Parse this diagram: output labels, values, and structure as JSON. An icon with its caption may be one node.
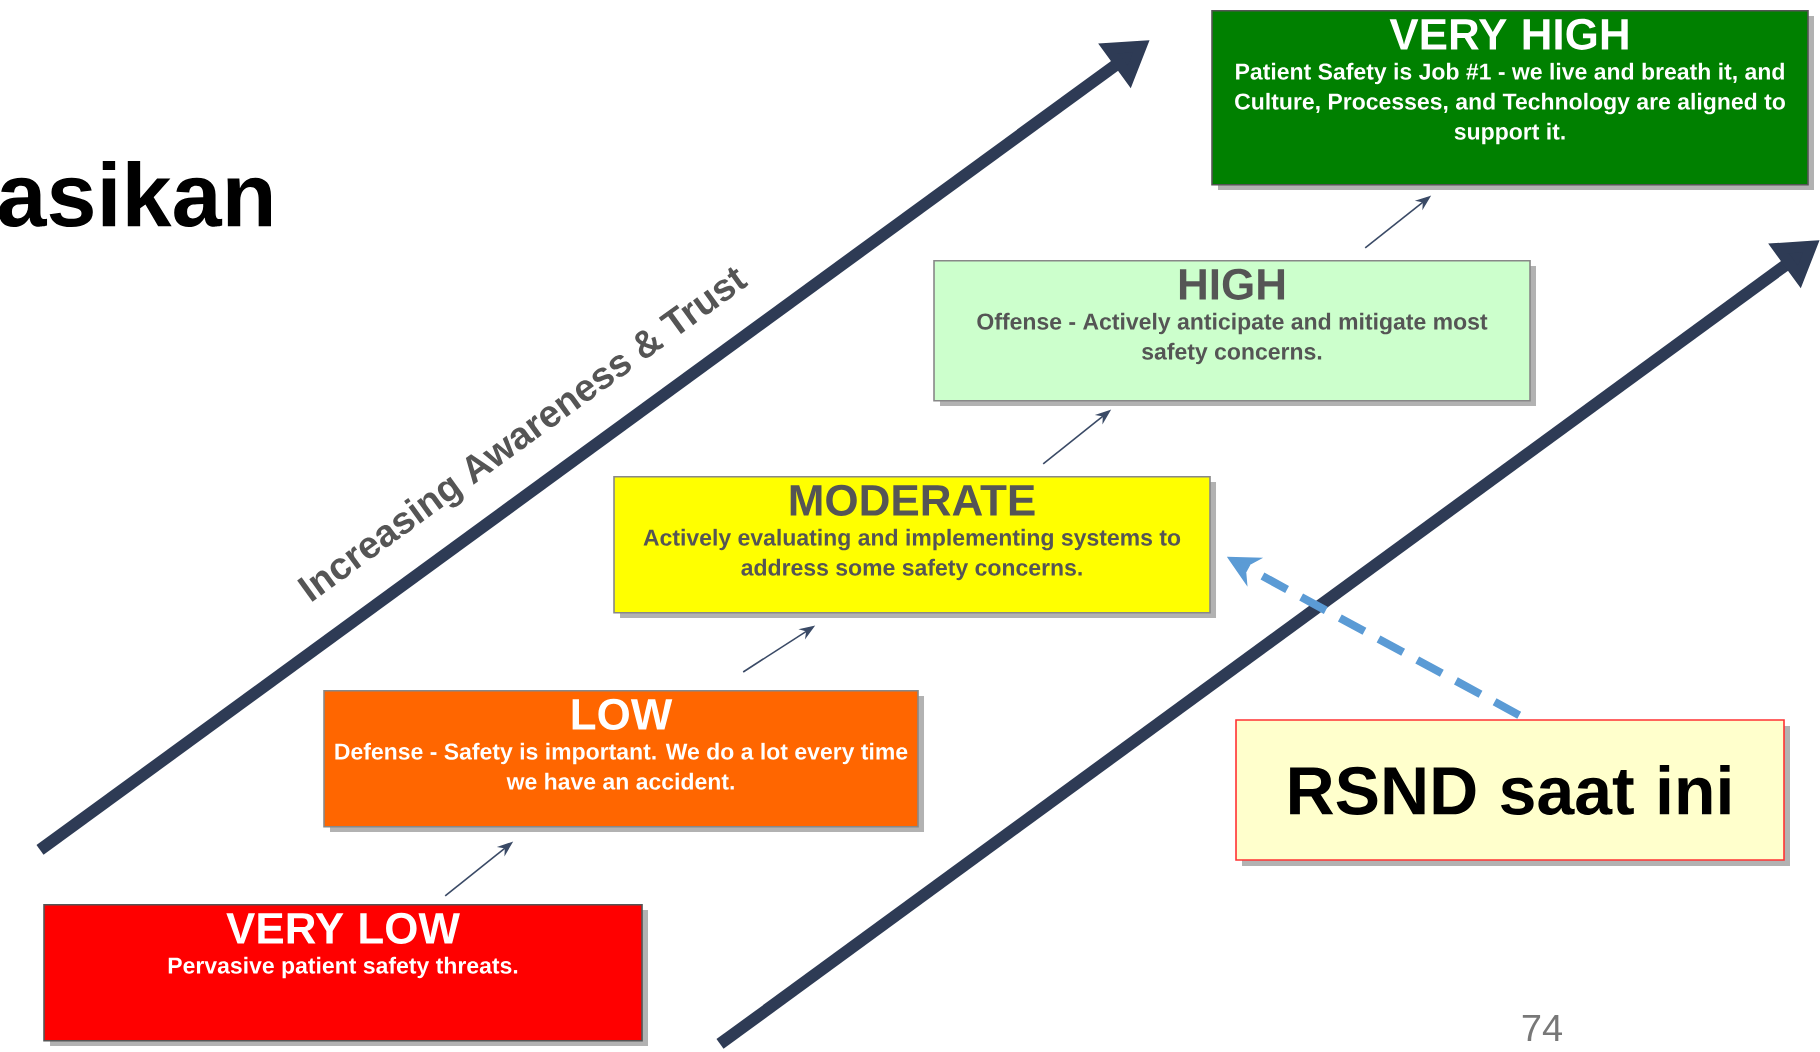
{
  "diagram": {
    "title": "asikan",
    "nodes": [
      {
        "text": [
          "VERY LOW",
          "Pervasive patient safety threats."
        ]
      },
      {
        "text": [
          "LOW",
          "Defense - Safety is important.  We do a lot every time we have an accident."
        ]
      },
      {
        "text": [
          "MODERATE",
          "Actively evaluating and implementing systems to address some safety concerns."
        ]
      },
      {
        "text": [
          "HIGH",
          "Offense - Actively anticipate and mitigate most safety concerns."
        ]
      },
      {
        "text": [
          "VERY HIGH",
          "Patient Safety is Job #1 - we live and breath it, and Culture, Processes, and Technology are aligned to support it."
        ]
      },
      {
        "text": [
          "RSND saat ini"
        ]
      }
    ],
    "edges": [
      {
        "from": 0,
        "to": 1,
        "arrow": "to"
      },
      {
        "from": 1,
        "to": 2,
        "arrow": "to"
      },
      {
        "from": 2,
        "to": 3,
        "arrow": "to"
      },
      {
        "from": 3,
        "to": 4,
        "arrow": "to"
      },
      {
        "from": 5,
        "to": 2,
        "arrow": "to",
        "style": "dashed",
        "color": "#5b9bd5"
      }
    ],
    "labels": [
      "Increasing Awareness & Trust",
      "74"
    ]
  }
}
